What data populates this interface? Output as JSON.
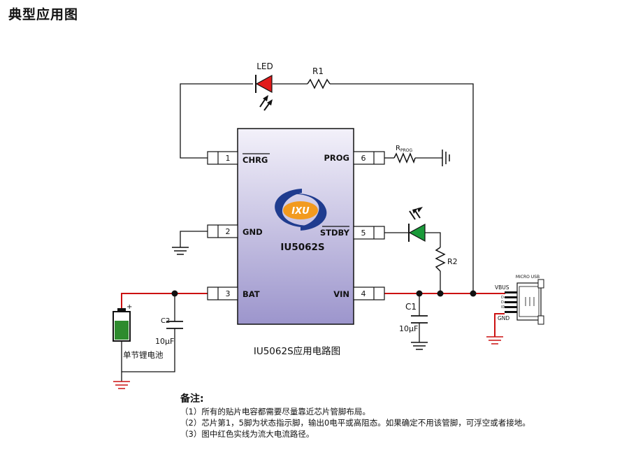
{
  "title": "典型应用图",
  "ic": {
    "name": "IU5062S",
    "logo": "IXU",
    "pins_left": [
      {
        "num": "1",
        "name": "CHRG"
      },
      {
        "num": "2",
        "name": "GND"
      },
      {
        "num": "3",
        "name": "BAT"
      }
    ],
    "pins_right": [
      {
        "num": "6",
        "name": "PROG"
      },
      {
        "num": "5",
        "name": "STDBY"
      },
      {
        "num": "4",
        "name": "VIN"
      }
    ]
  },
  "labels": {
    "led": "LED",
    "r1": "R1",
    "r2": "R2",
    "rprog": "R",
    "rprog_sub": "PROG",
    "c1": "C1",
    "c1_val": "10μF",
    "c2": "C2",
    "c2_val": "10μF",
    "battery": "单节锂电池",
    "battery_plus": "+",
    "caption": "IU5062S应用电路图",
    "usb": "MICRO USB",
    "vbus": "VBUS",
    "gnd": "GND",
    "usb_pins": [
      "D-",
      "D+",
      "ID"
    ]
  },
  "colors": {
    "current_path": "#cc1111",
    "led_red": "#e21b1b",
    "led_green": "#1a9a3a",
    "battery_green": "#2e8b2e",
    "chip_top": "#f3f1fa",
    "chip_bottom": "#9c95cc",
    "logo_blue": "#1f3c8f",
    "logo_orange": "#f29a1f"
  },
  "notes": {
    "title": "备注:",
    "lines": [
      "（1）所有的贴片电容都需要尽量靠近芯片管脚布局。",
      "（2）芯片第1，5脚为状态指示脚，输出0电平或高阻态。如果确定不用该管脚，可浮空或者接地。",
      "（3）图中红色实线为流大电流路径。"
    ]
  }
}
